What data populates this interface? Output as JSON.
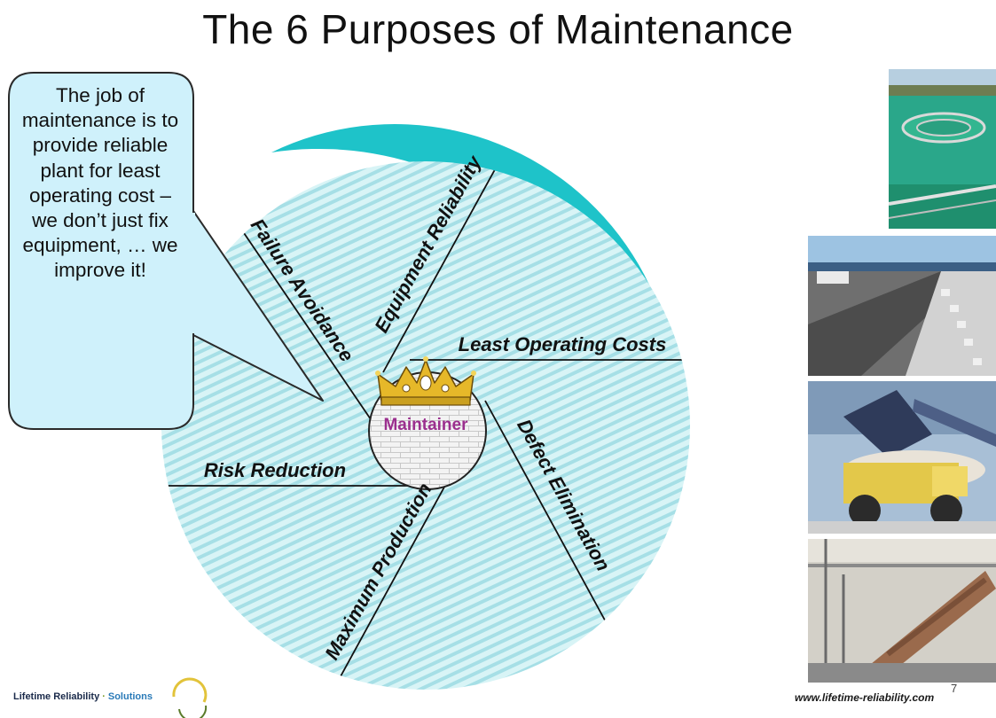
{
  "slide": {
    "title": "The 6 Purposes of Maintenance",
    "page_number": "7"
  },
  "callout": {
    "text": "The job of maintenance is to provide reliable plant for least operating cost – we don’t just fix equipment, … we improve it!"
  },
  "diagram": {
    "center_label": "Maintainer",
    "sectors": [
      "Equipment Reliability",
      "Failure Avoidance",
      "Least Operating Costs",
      "Risk Reduction",
      "Maximum Production",
      "Defect Elimination"
    ],
    "colors": {
      "fill": "#d8f4f6",
      "stripe": "#a6dfe6",
      "swoosh": "#1ec3c9",
      "brick": "#f3f3f3",
      "center_text": "#9b2f8e",
      "crown": "#e6b829"
    }
  },
  "footer": {
    "left_brand": "Lifetime Reliability",
    "left_separator": "·",
    "left_brand_suffix": "Solutions",
    "right_url": "www.lifetime-reliability.com"
  },
  "photos": [
    {
      "name": "water-treatment-pond-photo"
    },
    {
      "name": "conveyor-belt-photo"
    },
    {
      "name": "mining-truck-loading-photo"
    },
    {
      "name": "rotary-kiln-photo"
    }
  ]
}
